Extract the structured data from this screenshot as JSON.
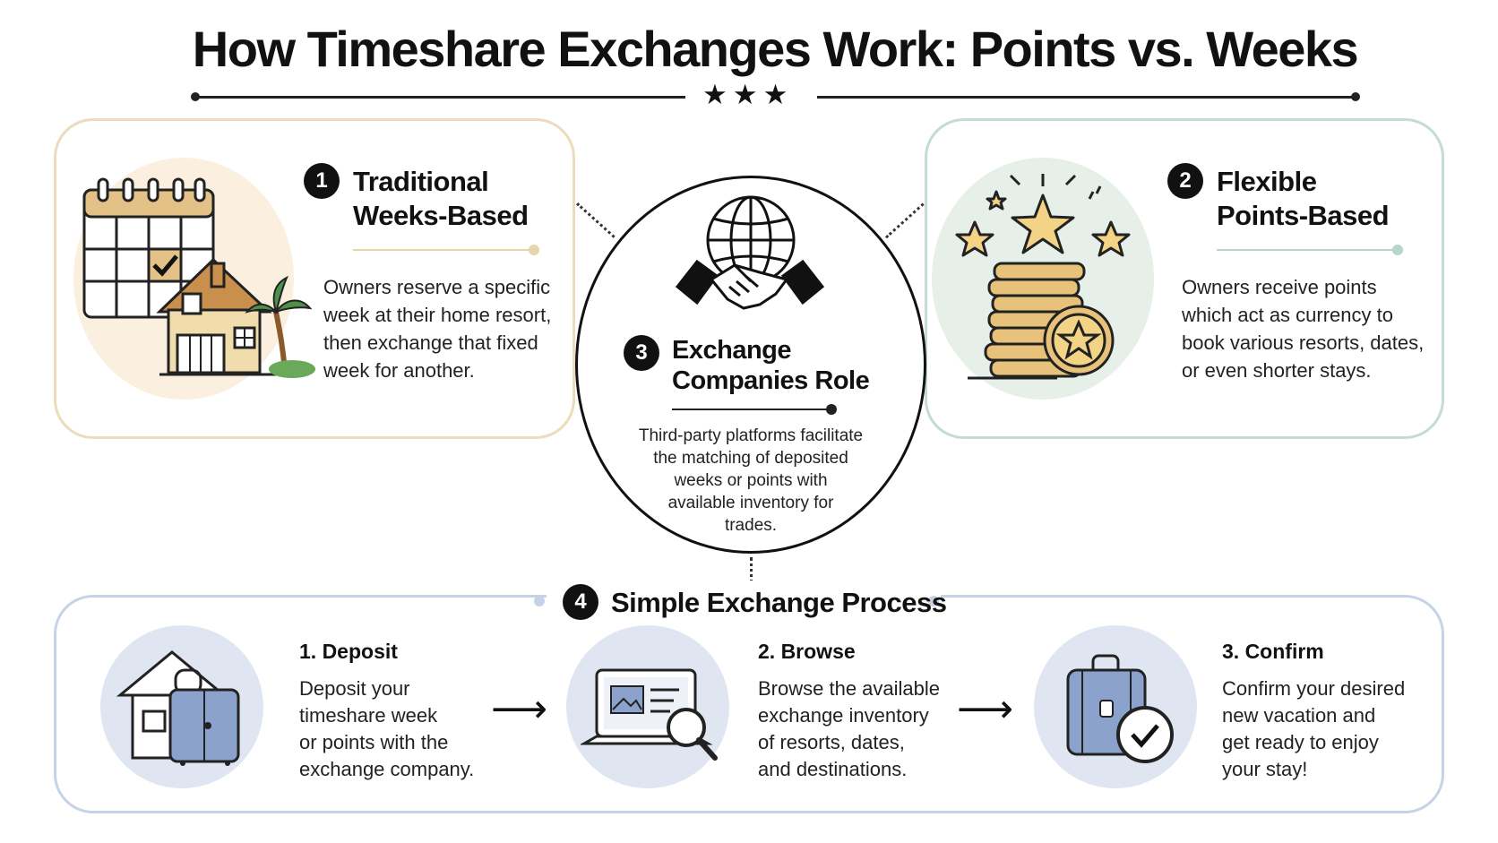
{
  "title": "How Timeshare Exchanges Work: Points vs. Weeks",
  "title_ornament": "★★★",
  "colors": {
    "card1_border": "#ecdcbc",
    "card2_border": "#c3dcd2",
    "card4_border": "#c6d3e6",
    "badge": "#111111",
    "gold": "#e8c27a"
  },
  "weeks": {
    "number": "1",
    "heading_line1": "Traditional",
    "heading_line2": "Weeks-Based",
    "description": [
      "Owners reserve a specific",
      "week at their home resort,",
      "then exchange that fixed",
      "week for another."
    ],
    "icons": [
      "calendar-icon",
      "house-icon",
      "palm-tree-icon"
    ]
  },
  "points": {
    "number": "2",
    "heading_line1": "Flexible",
    "heading_line2": "Points-Based",
    "description": [
      "Owners receive points",
      "which act as currency to",
      "book various resorts, dates,",
      "or even shorter stays."
    ],
    "icons": [
      "stars-icon",
      "coin-stack-icon"
    ]
  },
  "exchange": {
    "number": "3",
    "heading_line1": "Exchange",
    "heading_line2": "Companies Role",
    "description": [
      "Third-party platforms facilitate",
      "the matching of deposited",
      "weeks or points with",
      "available inventory for",
      "trades."
    ],
    "icons": [
      "globe-icon",
      "handshake-icon"
    ]
  },
  "process": {
    "number": "4",
    "heading": "Simple Exchange Process",
    "steps": [
      {
        "title": "1. Deposit",
        "description": [
          "Deposit your",
          "timeshare week",
          "or points with the",
          "exchange company."
        ],
        "icon": "house-luggage-icon"
      },
      {
        "title": "2. Browse",
        "description": [
          "Browse the available",
          "exchange inventory",
          "of resorts, dates,",
          "and destinations."
        ],
        "icon": "laptop-search-icon"
      },
      {
        "title": "3. Confirm",
        "description": [
          "Confirm your desired",
          "new vacation and",
          "get ready to enjoy",
          "your stay!"
        ],
        "icon": "luggage-check-icon"
      }
    ]
  }
}
